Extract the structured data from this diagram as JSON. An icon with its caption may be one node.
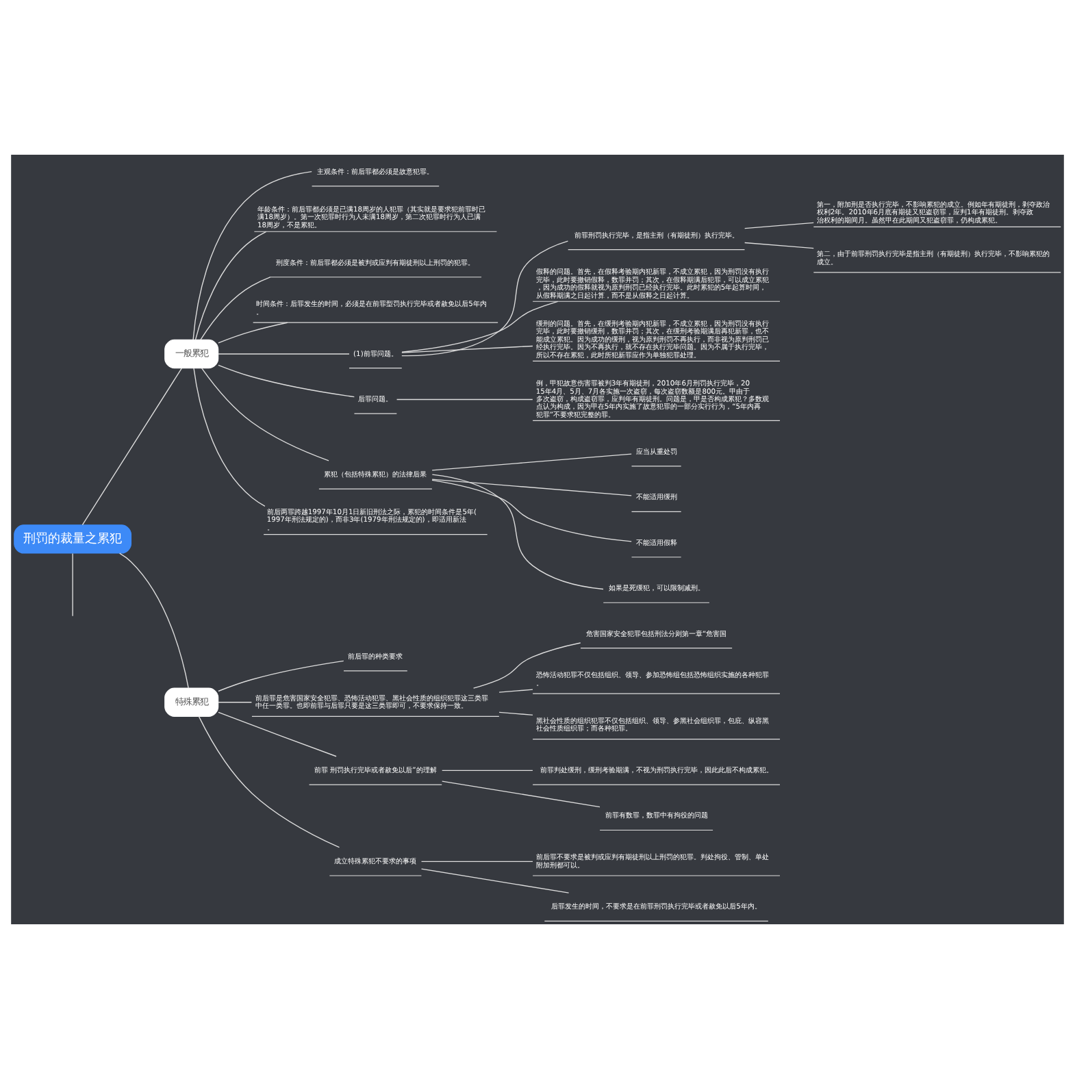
{
  "diagram": {
    "nodes": [
      {
        "text": [
          "刑罚的裁量之累犯"
        ]
      },
      {
        "text": [
          "一般累犯"
        ]
      },
      {
        "text": [
          "主观条件：前后罪都必须是故意犯罪。"
        ]
      },
      {
        "text": [
          "年龄条件：前后罪都必须是已满18周岁的人犯罪（其实就是要求犯前罪时已满18周岁）。第一次犯罪时行为人未满18周岁，第二次犯罪时行为人已满18周岁，不是累犯。"
        ]
      },
      {
        "text": [
          "刑度条件：前后罪都必须是被判或应判有期徒刑以上刑罚的犯罪。"
        ]
      },
      {
        "text": [
          "时间条件：后罪发生的时间，必须是在前罪型罚执行完毕或者赦免以后5年内。"
        ]
      },
      {
        "text": [
          "(1)前罪问题。"
        ]
      },
      {
        "text": [
          "前罪刑罚执行完毕，是指主刑（有期徒刑）执行完毕。"
        ]
      },
      {
        "text": [
          "第一，附加刑是否执行完毕，不影响累犯的成立。例如年有期徒刑，剥夺政治权利2年。2010年6月底有期徒又犯盗窃罪，应判1年有期徒刑。剥夺政治权利的期间月。虽然甲在此期间又犯盗窃罪，仍构成累犯。"
        ]
      },
      {
        "text": [
          "第二，由于前罪刑罚执行完毕是指主刑（有期徒刑）执行完毕，不影响累犯的成立。"
        ]
      },
      {
        "text": [
          "假释的问题。首先，在假释考验期内犯新罪，不成立累犯，因为刑罚没有执行完毕，此时要撤销假释，数罪并罚；其次，在假释期满后犯罪，可以成立累犯，因为成功的假释就视为原判刑罚已经执行完毕。此时累犯的5年起算时间，从假释期满之日起计算，而不是从假释之日起计算。"
        ]
      },
      {
        "text": [
          "缓刑的问题。首先，在缓刑考验期内犯新罪，不成立累犯，因为刑罚没有执行完毕，此时要撤销缓刑，数罪并罚；其次，在缓刑考验期满后再犯新罪，也不能成立累犯。因为成功的缓刑，视为原判刑罚不再执行，而非视为原判刑罚已经执行完毕。因为不再执行，就不存在执行完毕问题。因为不属于执行完毕，所以不存在累犯，此时所犯新罪应作为单独犯罪处理。"
        ]
      },
      {
        "text": [
          "后罪问题。"
        ]
      },
      {
        "text": [
          "例，甲犯故意伤害罪被判3年有期徒刑，2010年6月刑罚执行完毕，2015年4月、5月、7月各实施一次盗窃，每次盗窃数额是800元。甲由于多次盗窃，构成盗窃罪，应判年有期徒刑。问题是，甲是否构成累犯？多数观点认为构成，因为甲在5年内实施了故意犯罪的一部分实行行为，“5年内再犯罪”不要求犯完整的罪。"
        ]
      },
      {
        "text": [
          "累犯（包括特殊累犯）的法律后果"
        ]
      },
      {
        "text": [
          "应当从重处罚"
        ]
      },
      {
        "text": [
          "不能适用缓刑"
        ]
      },
      {
        "text": [
          "不能适用假释"
        ]
      },
      {
        "text": [
          "如果是死缓犯，可以限制减刑。"
        ]
      },
      {
        "text": [
          "前后两罪跨越1997年10月1日新旧刑法之际，累犯的时间条件是5年(1997年刑法规定的)，而非3年(1979年刑法规定的)，即适用新法。"
        ]
      },
      {
        "text": [
          "特殊累犯"
        ]
      },
      {
        "text": [
          "前后罪的种类要求"
        ]
      },
      {
        "text": [
          "前后罪是危害国家安全犯罪、恐怖活动犯罪、黑社会性质的组织犯罪这三类罪中任一类罪。也即前罪与后罪只要是这三类罪即可，不要求保持一致。"
        ]
      },
      {
        "text": [
          "危害国家安全犯罪包括刑法分则第一章“危害国"
        ]
      },
      {
        "text": [
          "恐怖活动犯罪不仅包括组织、领导、参加恐怖组包括恐怖组织实施的各种犯罪。"
        ]
      },
      {
        "text": [
          "黑社会性质的组织犯罪不仅包括组织、领导、参黑社会组织罪，包庇、纵容黑社会性质组织罪；而各种犯罪。"
        ]
      },
      {
        "text": [
          "前罪 刑罚执行完毕或者赦免以后”的理解"
        ]
      },
      {
        "text": [
          "前罪判处缓刑，缓刑考验期满，不视为刑罚执行完毕，因此此后不构成累犯。"
        ]
      },
      {
        "text": [
          "前罪有数罪，数罪中有拘役的问题"
        ]
      },
      {
        "text": [
          "成立特殊累犯不要求的事项"
        ]
      },
      {
        "text": [
          "前后罪不要求是被判或应判有期徒刑以上刑罚的犯罪。判处拘役、管制、单处附加刑都可以。"
        ]
      },
      {
        "text": [
          "后罪发生的时间，不要求是在前罪刑罚执行完毕或者赦免以后5年内。"
        ]
      }
    ],
    "edges": [
      {
        "from": 0,
        "to": null,
        "arrow": "none"
      },
      {
        "from": 0,
        "to": 1,
        "arrow": "none"
      },
      {
        "from": 1,
        "to": 2,
        "arrow": "none"
      },
      {
        "from": 1,
        "to": 3,
        "arrow": "none"
      },
      {
        "from": 1,
        "to": 4,
        "arrow": "none"
      },
      {
        "from": 1,
        "to": 5,
        "arrow": "none"
      },
      {
        "from": 1,
        "to": 6,
        "arrow": "none"
      },
      {
        "from": 6,
        "to": 7,
        "arrow": "none"
      },
      {
        "from": 7,
        "to": 8,
        "arrow": "none"
      },
      {
        "from": 7,
        "to": 9,
        "arrow": "none"
      },
      {
        "from": 6,
        "to": 10,
        "arrow": "none"
      },
      {
        "from": 6,
        "to": 11,
        "arrow": "none"
      },
      {
        "from": 1,
        "to": 12,
        "arrow": "none"
      },
      {
        "from": 12,
        "to": 13,
        "arrow": "none"
      },
      {
        "from": 1,
        "to": 14,
        "arrow": "none"
      },
      {
        "from": 14,
        "to": 15,
        "arrow": "none"
      },
      {
        "from": 14,
        "to": 16,
        "arrow": "none"
      },
      {
        "from": 14,
        "to": 17,
        "arrow": "none"
      },
      {
        "from": 14,
        "to": 18,
        "arrow": "none"
      },
      {
        "from": 1,
        "to": 19,
        "arrow": "none"
      },
      {
        "from": 0,
        "to": 20,
        "arrow": "none"
      },
      {
        "from": 20,
        "to": 21,
        "arrow": "none"
      },
      {
        "from": 20,
        "to": 22,
        "arrow": "none"
      },
      {
        "from": 22,
        "to": 23,
        "arrow": "none"
      },
      {
        "from": 22,
        "to": 24,
        "arrow": "none"
      },
      {
        "from": 22,
        "to": 25,
        "arrow": "none"
      },
      {
        "from": 20,
        "to": 26,
        "arrow": "none"
      },
      {
        "from": 26,
        "to": 27,
        "arrow": "none"
      },
      {
        "from": 26,
        "to": 28,
        "arrow": "none"
      },
      {
        "from": 20,
        "to": 29,
        "arrow": "none"
      },
      {
        "from": 29,
        "to": 30,
        "arrow": "none"
      },
      {
        "from": 29,
        "to": 31,
        "arrow": "none"
      }
    ]
  }
}
